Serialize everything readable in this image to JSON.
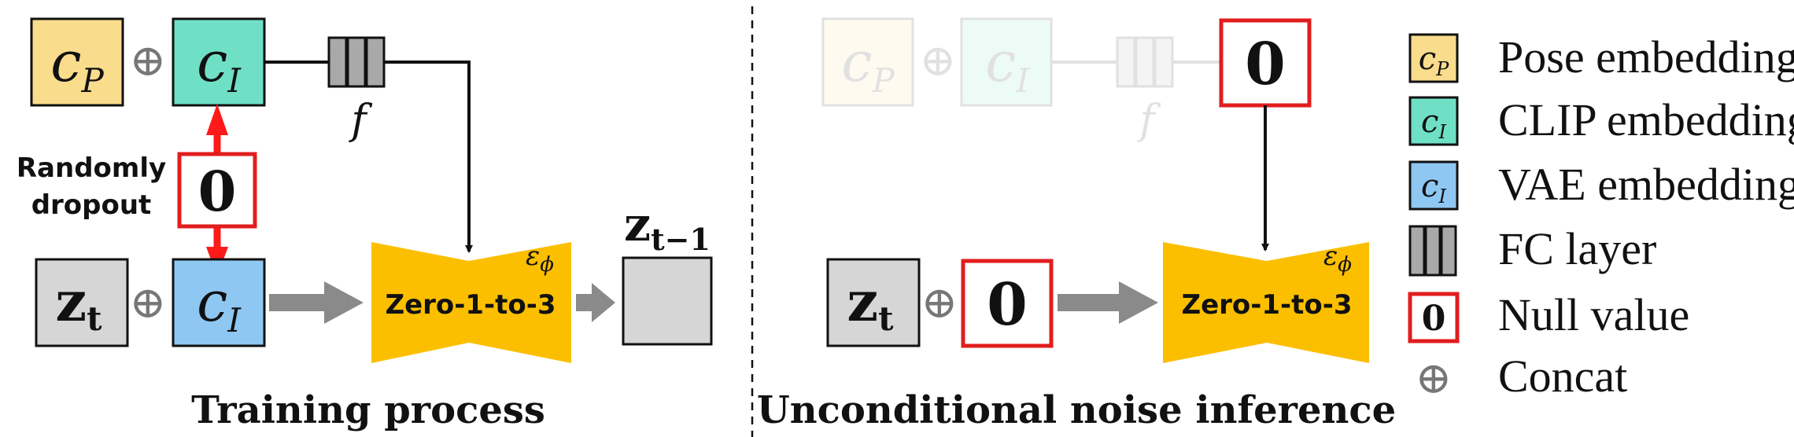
{
  "colors": {
    "pose": "#f9dc8c",
    "clip": "#6fe0c6",
    "vae": "#8ec8f2",
    "grey": "#d6d6d6",
    "fc": "#a9a9a9",
    "unet": "#fbbf00",
    "null_border": "#e11d1d",
    "arrow_red": "#ff1a1a",
    "arrow_grey": "#8a8a8a"
  },
  "training": {
    "c_p": "c",
    "c_p_sub": "P",
    "c_i": "c",
    "c_i_sub": "I",
    "z_t": "z",
    "z_t_sub": "t",
    "z_prev": "z",
    "z_prev_sub": "t−1",
    "null_value": "0",
    "fc_label": "f",
    "dropout_label_line1": "Randomly",
    "dropout_label_line2": "dropout",
    "unet_label": "Zero-1-to-3",
    "eps": "ε",
    "eps_sub": "ϕ",
    "concat": "⊕",
    "caption": "Training process"
  },
  "inference": {
    "c_p": "c",
    "c_p_sub": "P",
    "c_i": "c",
    "c_i_sub": "I",
    "fc_label": "f",
    "null_top": "0",
    "z_t": "z",
    "z_t_sub": "t",
    "null_input": "0",
    "unet_label": "Zero-1-to-3",
    "eps": "ε",
    "eps_sub": "ϕ",
    "concat": "⊕",
    "caption": "Unconditional noise inference"
  },
  "legend": [
    {
      "symbol": "c",
      "sub": "P",
      "label": "Pose embedding",
      "kind": "pose"
    },
    {
      "symbol": "c",
      "sub": "I",
      "label": "CLIP embedding",
      "kind": "clip"
    },
    {
      "symbol": "c",
      "sub": "I",
      "label": "VAE embedding",
      "kind": "vae"
    },
    {
      "symbol": "",
      "sub": "",
      "label": "FC layer",
      "kind": "fc"
    },
    {
      "symbol": "0",
      "sub": "",
      "label": "Null value",
      "kind": "null"
    },
    {
      "symbol": "⊕",
      "sub": "",
      "label": "Concat",
      "kind": "concat"
    }
  ]
}
